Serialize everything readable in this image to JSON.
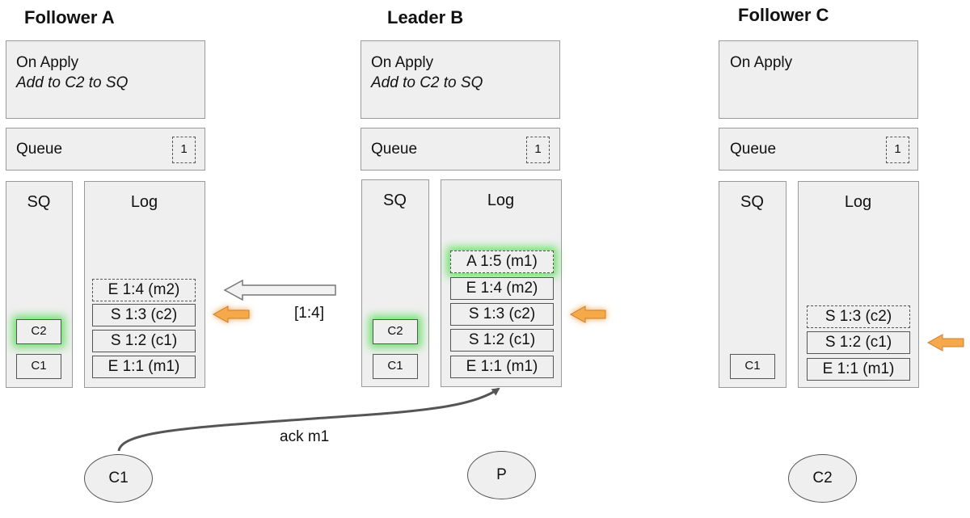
{
  "nodes": {
    "a": {
      "title": "Follower A",
      "on_apply": "On Apply",
      "on_apply_action": "Add to C2 to SQ",
      "queue": "Queue",
      "queue_badge": "1",
      "sq_label": "SQ",
      "log_label": "Log",
      "sq_items": [
        "C2",
        "C1"
      ],
      "log_entries": [
        "E 1:4 (m2)",
        "S 1:3 (c2)",
        "S 1:2 (c1)",
        "E 1:1 (m1)"
      ]
    },
    "b": {
      "title": "Leader B",
      "on_apply": "On Apply",
      "on_apply_action": "Add to C2 to SQ",
      "queue": "Queue",
      "queue_badge": "1",
      "sq_label": "SQ",
      "log_label": "Log",
      "sq_items": [
        "C2",
        "C1"
      ],
      "log_entries": [
        "A 1:5 (m1)",
        "E 1:4 (m2)",
        "S 1:3 (c2)",
        "S 1:2 (c1)",
        "E 1:1 (m1)"
      ]
    },
    "c": {
      "title": "Follower C",
      "on_apply": "On Apply",
      "queue": "Queue",
      "queue_badge": "1",
      "sq_label": "SQ",
      "log_label": "Log",
      "sq_items": [
        "C1"
      ],
      "log_entries": [
        "S 1:3 (c2)",
        "S 1:2 (c1)",
        "E 1:1 (m1)"
      ]
    }
  },
  "replication_label": "[1:4]",
  "ack_label": "ack m1",
  "clients": [
    "C1",
    "P",
    "C2"
  ],
  "colors": {
    "box_fill": "#efefef",
    "box_border": "#9a9a9a",
    "glow": "#3cdc3c",
    "commit_arrow": "#f5a94a",
    "replication_arrow": "#f2f2f2"
  }
}
